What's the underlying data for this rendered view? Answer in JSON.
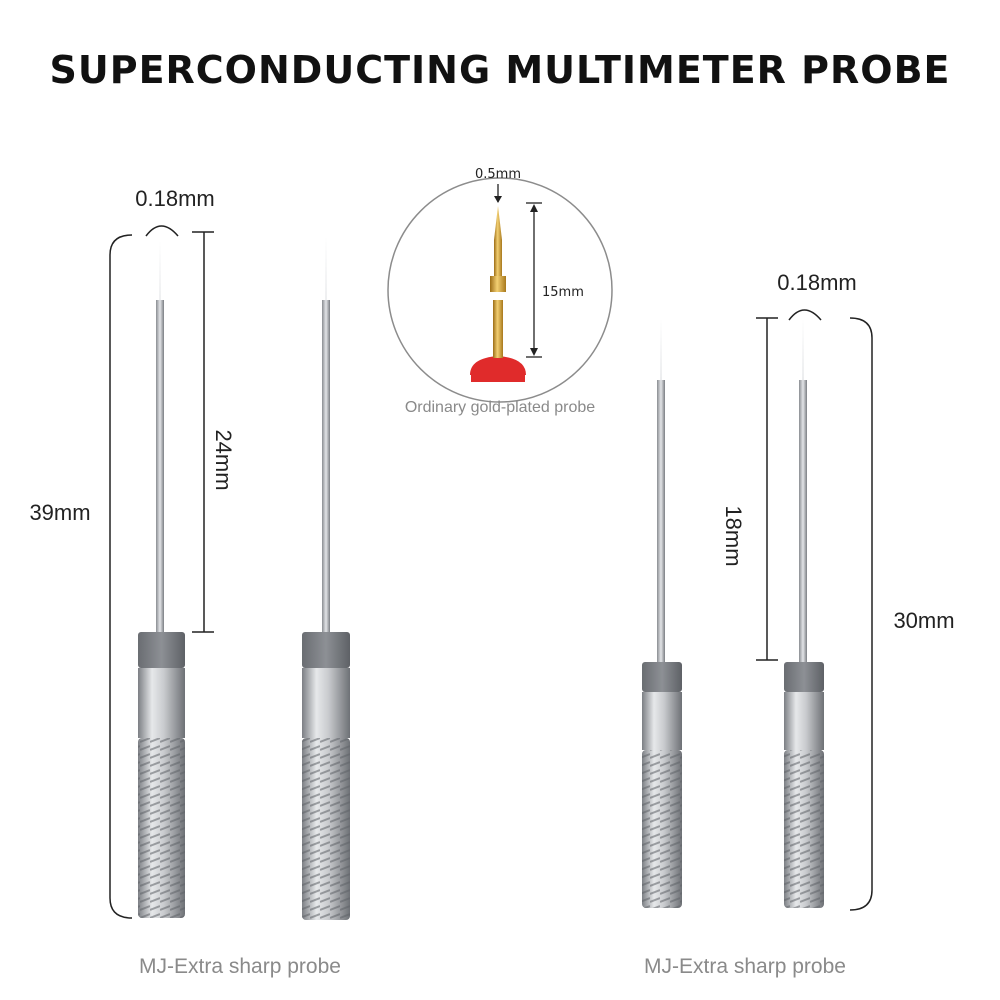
{
  "title": "SUPERCONDUCTING MULTIMETER PROBE",
  "inset": {
    "tip_diameter": "0.5mm",
    "length": "15mm",
    "caption": "Ordinary gold-plated probe"
  },
  "left_group": {
    "tip_diameter": "0.18mm",
    "total_length": "39mm",
    "needle_length": "24mm",
    "caption": "MJ-Extra sharp probe"
  },
  "right_group": {
    "tip_diameter": "0.18mm",
    "total_length": "30mm",
    "needle_length": "18mm",
    "caption": "MJ-Extra sharp probe"
  },
  "colors": {
    "text": "#111111",
    "caption": "#8a8a8a",
    "metal": "#b9bcc0",
    "gold": "#d4a53a",
    "red_base": "#e02b2b"
  }
}
